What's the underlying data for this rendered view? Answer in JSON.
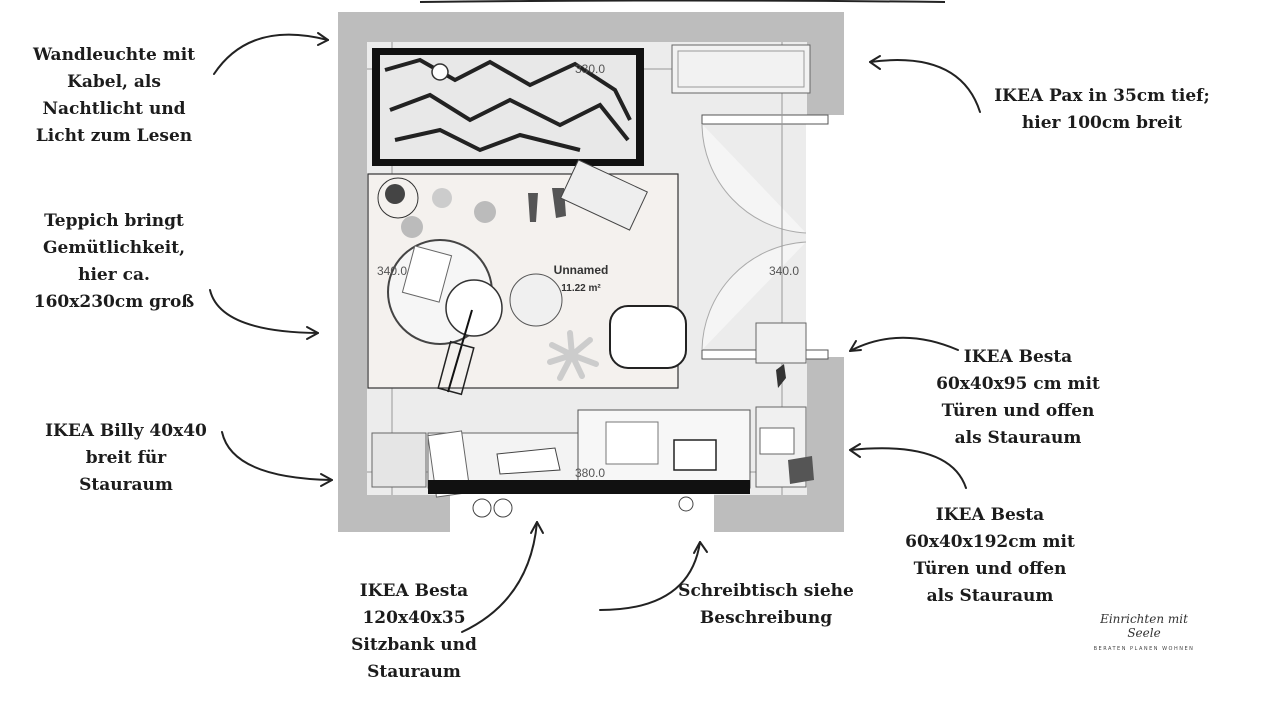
{
  "labels": {
    "wall_lamp": [
      "Wandleuchte mit",
      "Kabel, als",
      "Nachtlicht und",
      "Licht zum Lesen"
    ],
    "rug": [
      "Teppich bringt",
      "Gemütlichkeit,",
      "hier ca.",
      "160x230cm groß"
    ],
    "billy": [
      "IKEA Billy 40x40",
      "breit für",
      "Stauraum"
    ],
    "besta_bench": [
      "IKEA Besta",
      "120x40x35",
      "Sitzbank und",
      "Stauraum"
    ],
    "desk": [
      "Schreibtisch siehe",
      "Beschreibung"
    ],
    "pax": [
      "IKEA Pax in 35cm tief;",
      "hier 100cm breit"
    ],
    "besta_95": [
      "IKEA Besta",
      "60x40x95 cm mit",
      "Türen und offen",
      "als Stauraum"
    ],
    "besta_192": [
      "IKEA Besta",
      "60x40x192cm mit",
      "Türen und offen",
      "als Stauraum"
    ]
  },
  "plan": {
    "dim_top": "330.0",
    "dim_left": "340.0",
    "dim_right": "340.0",
    "dim_bottom": "380.0",
    "room_name": "Unnamed",
    "room_area": "11.22 m²"
  },
  "logo": {
    "script": "Einrichten mit Seele",
    "tagline": "BERATEN PLANEN WOHNEN"
  },
  "colors": {
    "wall": "#bdbdbd",
    "floor": "#ececec",
    "text": "#1c1c1c"
  }
}
